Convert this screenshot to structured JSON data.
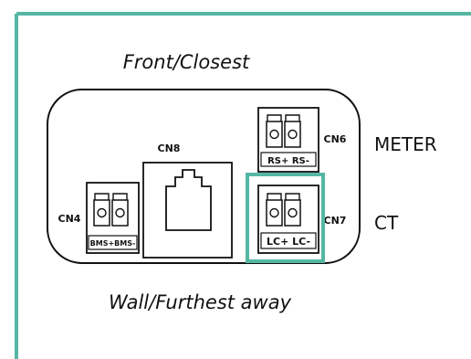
{
  "colors": {
    "teal": "#55b7a3",
    "black": "#111111"
  },
  "labels": {
    "front": "Front/Closest",
    "wall": "Wall/Furthest away",
    "meter": "METER",
    "ct": "CT",
    "cn8": "CN8",
    "cn6": "CN6",
    "cn7": "CN7",
    "cn4": "CN4",
    "rs_pins": "RS+ RS-",
    "lc_pins": "LC+ LC-",
    "bms_pins": "BMS+BMS-"
  },
  "icons": {
    "ethernet_port": "ethernet-port-icon",
    "terminal_block": "terminal-block-icon"
  },
  "highlight": {
    "target": "CN7"
  }
}
